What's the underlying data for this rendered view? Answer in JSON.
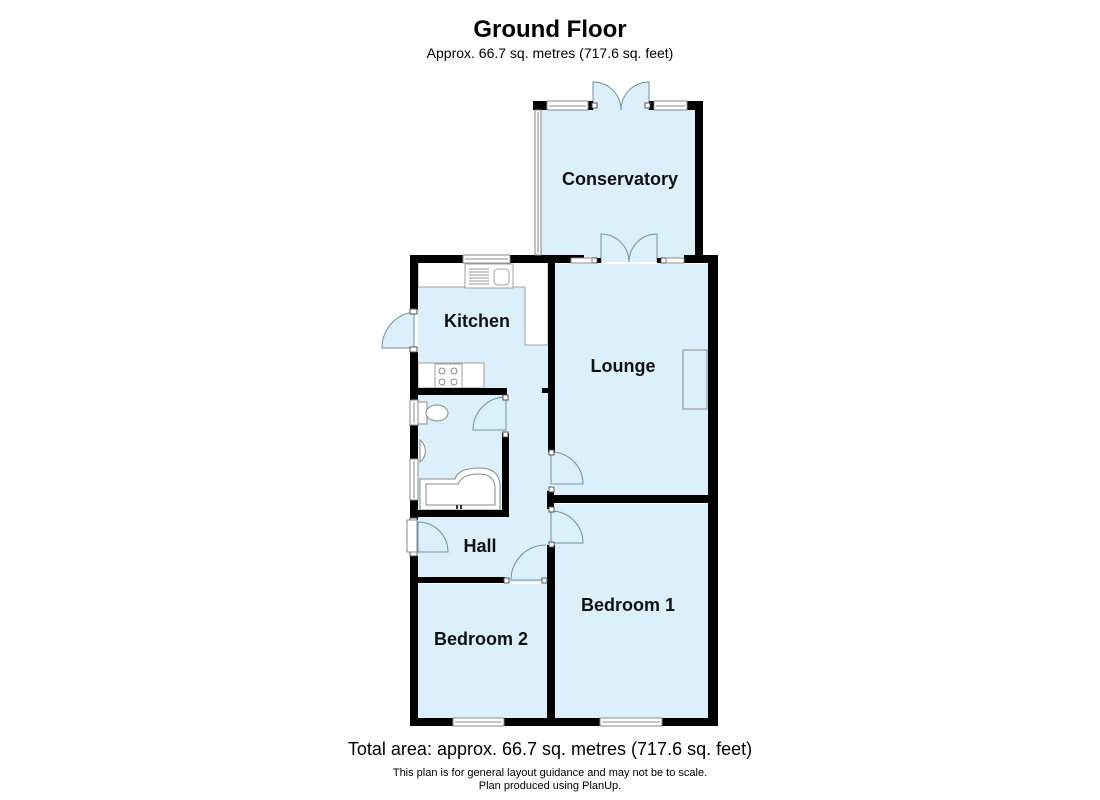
{
  "header": {
    "title": "Ground Floor",
    "subtitle": "Approx. 66.7 sq. metres (717.6 sq. feet)"
  },
  "rooms": [
    {
      "id": "conservatory",
      "label": "Conservatory"
    },
    {
      "id": "kitchen",
      "label": "Kitchen"
    },
    {
      "id": "lounge",
      "label": "Lounge"
    },
    {
      "id": "hall",
      "label": "Hall"
    },
    {
      "id": "bedroom1",
      "label": "Bedroom 1"
    },
    {
      "id": "bedroom2",
      "label": "Bedroom 2"
    },
    {
      "id": "bathroom",
      "label": ""
    }
  ],
  "footer": {
    "total_area": "Total area: approx. 66.7 sq. metres (717.6 sq. feet)",
    "disclaimer_line1": "This plan is for general layout guidance and may not be to scale.",
    "disclaimer_line2": "Plan produced using PlanUp."
  },
  "colors": {
    "room_fill": "#dcf0fb",
    "wall": "#000000",
    "fixture_fill": "#ffffff",
    "fixture_stroke": "#8a8a8a",
    "door_arc": "#6e8fa3"
  }
}
